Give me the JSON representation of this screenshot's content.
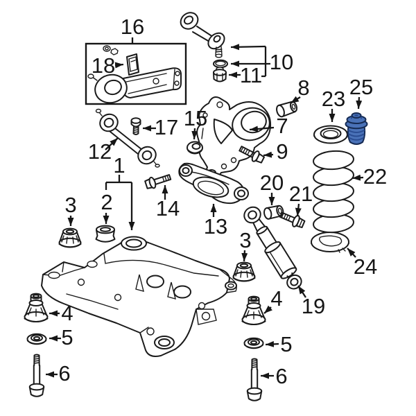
{
  "diagram": {
    "subject": "Rear suspension exploded parts diagram",
    "background": "#ffffff",
    "line_color": "#1a1a1a",
    "highlighted_part": "25",
    "highlight_fill": "#4a72b8",
    "highlight_shade": "#2a4d92",
    "highlight_outline": "#152a52"
  },
  "callouts": [
    "16",
    "18",
    "10",
    "11",
    "8",
    "25",
    "23",
    "15",
    "17",
    "7",
    "12",
    "9",
    "1",
    "22",
    "2",
    "3",
    "14",
    "20",
    "21",
    "13",
    "3",
    "24",
    "19",
    "4",
    "5",
    "6",
    "4",
    "5",
    "6"
  ]
}
